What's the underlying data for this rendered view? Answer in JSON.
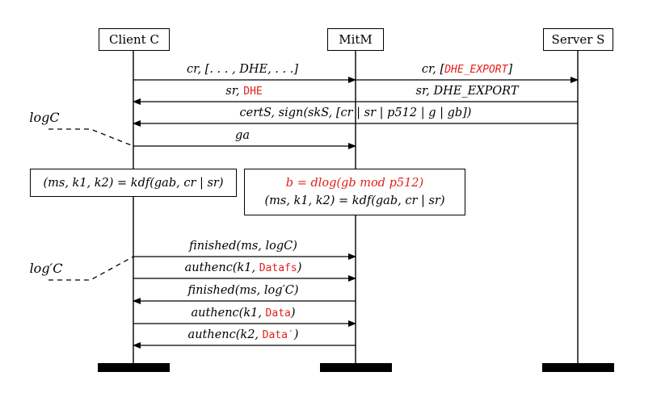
{
  "participants": {
    "client": "Client C",
    "mitm": "MitM",
    "server": "Server S"
  },
  "messages": {
    "m1_left": "cr, [. . . , DHE, . . .]",
    "m1_right_prefix": "cr, [",
    "m1_right_red": "DHE_EXPORT",
    "m1_right_suffix": "]",
    "m2_left_prefix": "sr, ",
    "m2_left_red": "DHE",
    "m2_right": "sr, DHE_EXPORT",
    "m3": "certS, sign(skS, [cr | sr | p512 | g | gb])",
    "m4": "ga",
    "m5": "finished(ms, logC)",
    "m6_prefix": "authenc(k1, ",
    "m6_red": "Datafs",
    "m6_suffix": ")",
    "m7": "finished(ms, log′C)",
    "m8_prefix": "authenc(k1, ",
    "m8_red": "Data",
    "m8_suffix": ")",
    "m9_prefix": "authenc(k2, ",
    "m9_red": "Data′",
    "m9_suffix": ")"
  },
  "annotations": {
    "log_c": "logC",
    "log_c_prime": "log′C"
  },
  "computations": {
    "client": "(ms, k1, k2) = kdf(gab, cr | sr)",
    "mitm_line1": "b = dlog(gb mod p512)",
    "mitm_line2": "(ms, k1, k2) = kdf(gab, cr | sr)"
  },
  "colors": {
    "highlight": "#e0201b",
    "ink": "#000000"
  }
}
